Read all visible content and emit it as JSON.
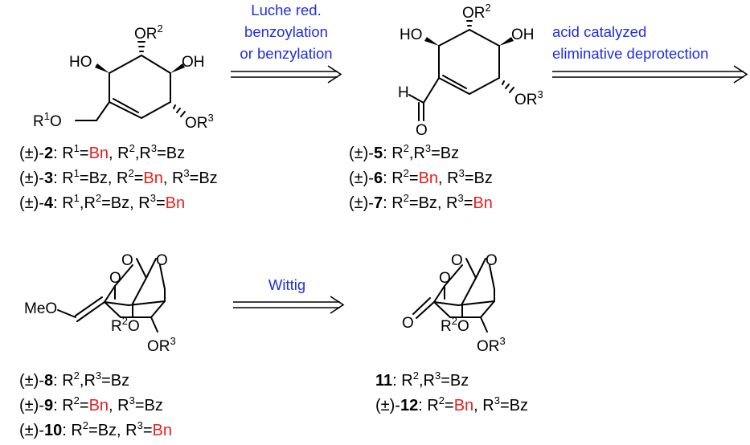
{
  "reaction1": {
    "conditions": [
      "Luche red.",
      "benzoylation",
      "or benzylation"
    ]
  },
  "reaction2": {
    "conditions": [
      "acid catalyzed",
      "eliminative deprotection"
    ]
  },
  "reaction3": {
    "conditions": [
      "Wittig"
    ]
  },
  "atoms": {
    "oh": "HO",
    "oh2": "OH",
    "or1": "O",
    "or2": "OR",
    "or3": "OR",
    "h": "H",
    "o": "O",
    "meo": "MeO",
    "r": "R",
    "sup1": "1",
    "sup2": "2",
    "sup3": "3"
  },
  "labels": {
    "group_a": [
      {
        "prefix": "(±)-",
        "num": "2",
        "rest": [
          {
            "t": ": R"
          },
          {
            "sup": "1"
          },
          {
            "t": "="
          },
          {
            "red": "Bn"
          },
          {
            "t": ", R"
          },
          {
            "sup": "2"
          },
          {
            "t": ",R"
          },
          {
            "sup": "3"
          },
          {
            "t": "=Bz"
          }
        ]
      },
      {
        "prefix": "(±)-",
        "num": "3",
        "rest": [
          {
            "t": ": R"
          },
          {
            "sup": "1"
          },
          {
            "t": "=Bz, R"
          },
          {
            "sup": "2"
          },
          {
            "t": "="
          },
          {
            "red": "Bn"
          },
          {
            "t": ", R"
          },
          {
            "sup": "3"
          },
          {
            "t": "=Bz"
          }
        ]
      },
      {
        "prefix": "(±)-",
        "num": "4",
        "rest": [
          {
            "t": ": R"
          },
          {
            "sup": "1"
          },
          {
            "t": ",R"
          },
          {
            "sup": "2"
          },
          {
            "t": "=Bz, R"
          },
          {
            "sup": "3"
          },
          {
            "t": "="
          },
          {
            "red": "Bn"
          }
        ]
      }
    ],
    "group_b": [
      {
        "prefix": "(±)-",
        "num": "5",
        "rest": [
          {
            "t": ": R"
          },
          {
            "sup": "2"
          },
          {
            "t": ",R"
          },
          {
            "sup": "3"
          },
          {
            "t": "=Bz"
          }
        ]
      },
      {
        "prefix": "(±)-",
        "num": "6",
        "rest": [
          {
            "t": ": R"
          },
          {
            "sup": "2"
          },
          {
            "t": "="
          },
          {
            "red": "Bn"
          },
          {
            "t": ", R"
          },
          {
            "sup": "3"
          },
          {
            "t": "=Bz"
          }
        ]
      },
      {
        "prefix": "(±)-",
        "num": "7",
        "rest": [
          {
            "t": ": R"
          },
          {
            "sup": "2"
          },
          {
            "t": "=Bz, R"
          },
          {
            "sup": "3"
          },
          {
            "t": "="
          },
          {
            "red": "Bn"
          }
        ]
      }
    ],
    "group_c": [
      {
        "prefix": "(±)-",
        "num": "8",
        "rest": [
          {
            "t": ": R"
          },
          {
            "sup": "2"
          },
          {
            "t": ",R"
          },
          {
            "sup": "3"
          },
          {
            "t": "=Bz"
          }
        ]
      },
      {
        "prefix": "(±)-",
        "num": "9",
        "rest": [
          {
            "t": ": R"
          },
          {
            "sup": "2"
          },
          {
            "t": "="
          },
          {
            "red": "Bn"
          },
          {
            "t": ", R"
          },
          {
            "sup": "3"
          },
          {
            "t": "=Bz"
          }
        ]
      },
      {
        "prefix": "(±)-",
        "num": "10",
        "rest": [
          {
            "t": ": R"
          },
          {
            "sup": "2"
          },
          {
            "t": "=Bz, R"
          },
          {
            "sup": "3"
          },
          {
            "t": "="
          },
          {
            "red": "Bn"
          }
        ]
      }
    ],
    "group_d": [
      {
        "prefix": "",
        "num": "11",
        "rest": [
          {
            "t": ": R"
          },
          {
            "sup": "2"
          },
          {
            "t": ",R"
          },
          {
            "sup": "3"
          },
          {
            "t": "=Bz"
          }
        ]
      },
      {
        "prefix": "(±)-",
        "num": "12",
        "rest": [
          {
            "t": ": R"
          },
          {
            "sup": "2"
          },
          {
            "t": "="
          },
          {
            "red": "Bn"
          },
          {
            "t": ", R"
          },
          {
            "sup": "3"
          },
          {
            "t": "=Bz"
          }
        ]
      }
    ]
  },
  "colors": {
    "conditions": "#1f2ee0",
    "highlight": "#e8201c",
    "ink": "#000000"
  }
}
